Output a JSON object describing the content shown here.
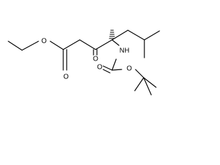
{
  "molecule": {
    "atoms": {
      "ester_oxygen": "O",
      "ester_carbonyl_oxygen": "O",
      "ketone_oxygen": "O",
      "nh": "NH",
      "carbamate_carbonyl_oxygen": "O",
      "carbamate_ether_oxygen": "O"
    },
    "stereochemistry": "hashed wedge"
  }
}
